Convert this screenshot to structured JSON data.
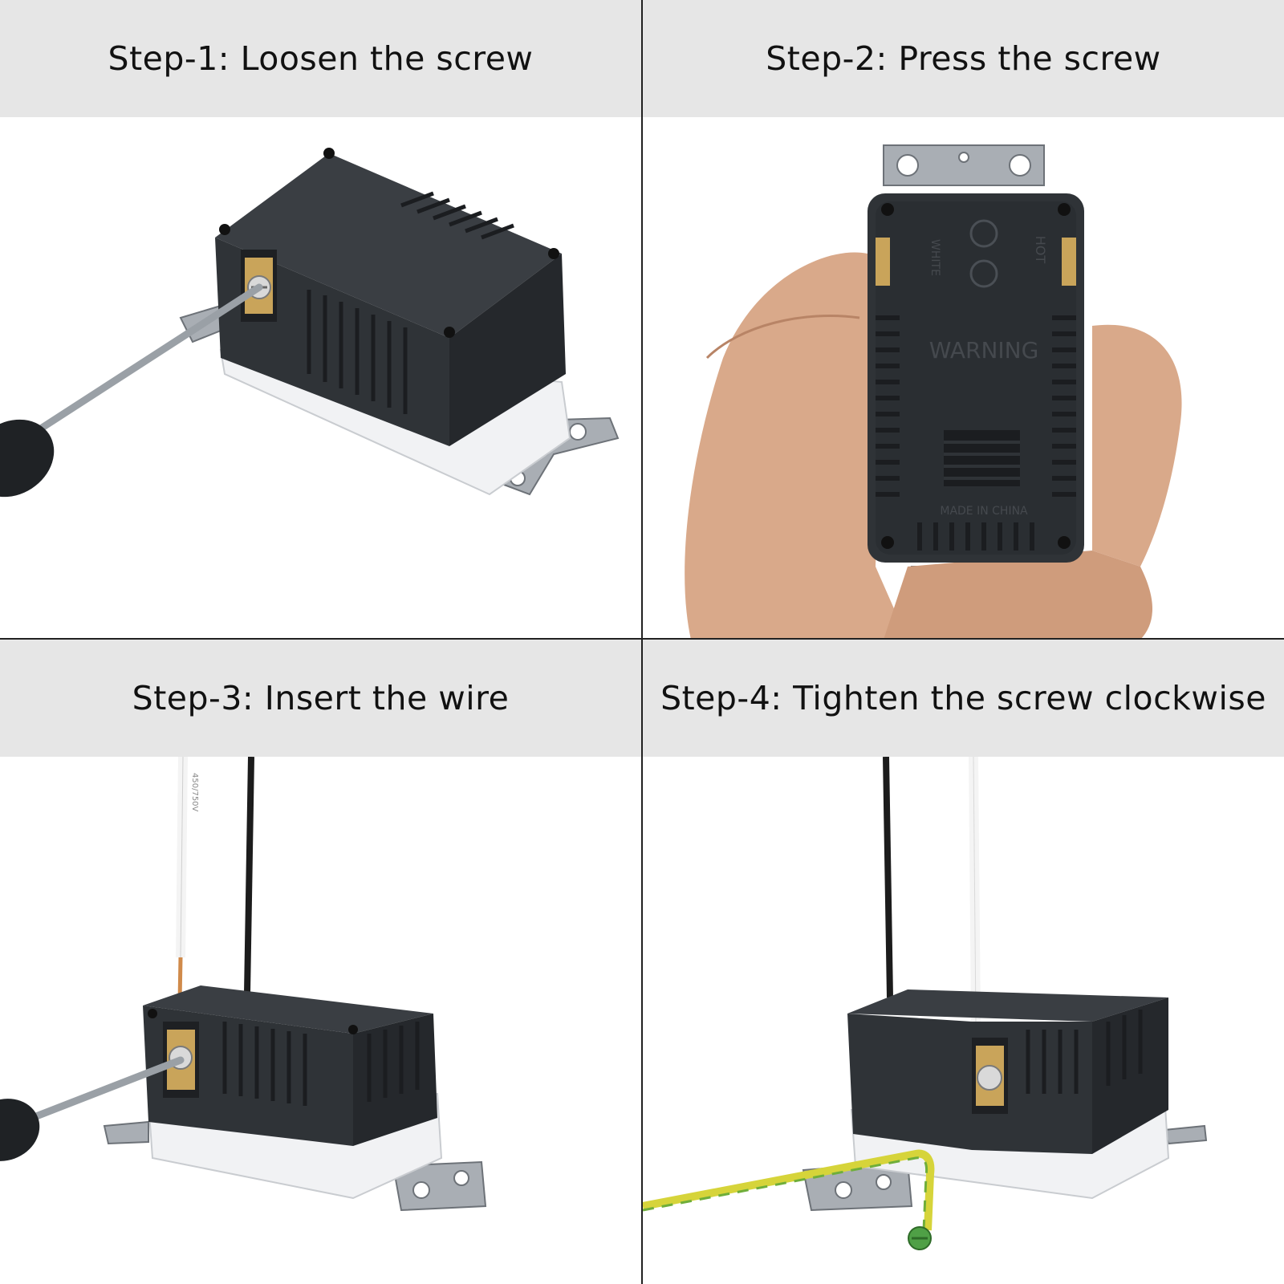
{
  "steps": [
    {
      "title": "Step-1: Loosen the screw"
    },
    {
      "title": "Step-2: Press the screw"
    },
    {
      "title": "Step-3: Insert the wire"
    },
    {
      "title": "Step-4: Tighten the screw clockwise"
    }
  ],
  "product_labels": {
    "warning": "WARNING",
    "made_in": "MADE IN CHINA",
    "white": "WHITE",
    "hot": "HOT",
    "wire_marking": "450/750V"
  },
  "colors": {
    "header_bg": "#e6e6e6",
    "body_dark": "#2f3337",
    "plate_white": "#f1f2f4",
    "brass": "#c9a45a",
    "metal": "#a9aeb4",
    "skin": "#d9a98a",
    "ground_wire_yellow": "#d6d43a",
    "ground_wire_green": "#6fae3a"
  }
}
